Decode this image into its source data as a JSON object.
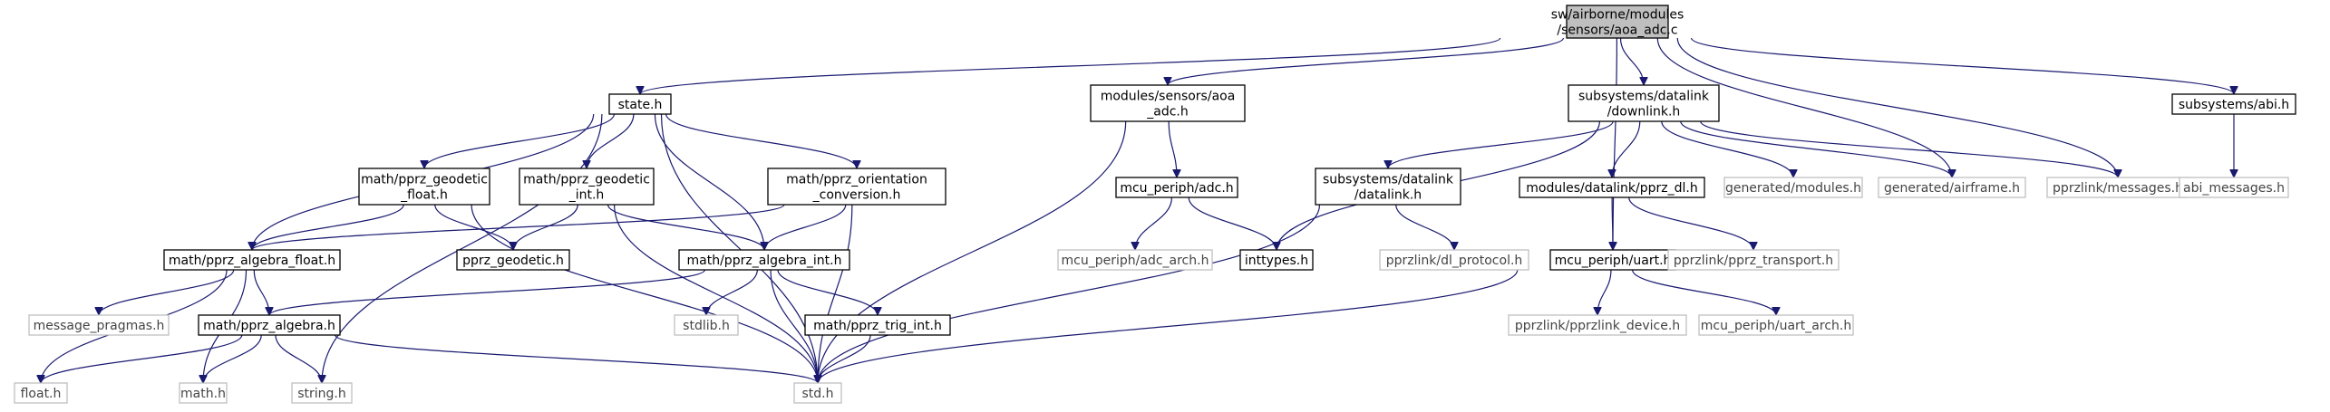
{
  "colors": {
    "edge": "#191970",
    "root_fill": "#bfbfbf",
    "leaf_border": "#bfbfbf",
    "node_border": "#000000"
  },
  "nodes": [
    {
      "id": "aoa_adc_c",
      "lines": [
        "sw/airborne/modules",
        "/sensors/aoa_adc.c"
      ],
      "kind": "root"
    },
    {
      "id": "state_h",
      "lines": [
        "state.h"
      ],
      "kind": "normal"
    },
    {
      "id": "mod_aoa_adc_h",
      "lines": [
        "modules/sensors/aoa",
        "_adc.h"
      ],
      "kind": "normal"
    },
    {
      "id": "downlink_h",
      "lines": [
        "subsystems/datalink",
        "/downlink.h"
      ],
      "kind": "normal"
    },
    {
      "id": "abi_h",
      "lines": [
        "subsystems/abi.h"
      ],
      "kind": "normal"
    },
    {
      "id": "geodetic_float_h",
      "lines": [
        "math/pprz_geodetic",
        "_float.h"
      ],
      "kind": "normal"
    },
    {
      "id": "geodetic_int_h",
      "lines": [
        "math/pprz_geodetic",
        "_int.h"
      ],
      "kind": "normal"
    },
    {
      "id": "orientation_h",
      "lines": [
        "math/pprz_orientation",
        "_conversion.h"
      ],
      "kind": "normal"
    },
    {
      "id": "mcu_adc_h",
      "lines": [
        "mcu_periph/adc.h"
      ],
      "kind": "normal"
    },
    {
      "id": "datalink_h",
      "lines": [
        "subsystems/datalink",
        "/datalink.h"
      ],
      "kind": "normal"
    },
    {
      "id": "pprz_dl_h",
      "lines": [
        "modules/datalink/pprz_dl.h"
      ],
      "kind": "normal"
    },
    {
      "id": "gen_modules_h",
      "lines": [
        "generated/modules.h"
      ],
      "kind": "leaf"
    },
    {
      "id": "gen_airframe_h",
      "lines": [
        "generated/airframe.h"
      ],
      "kind": "leaf"
    },
    {
      "id": "messages_h",
      "lines": [
        "pprzlink/messages.h"
      ],
      "kind": "leaf"
    },
    {
      "id": "abi_messages_h",
      "lines": [
        "abi_messages.h"
      ],
      "kind": "leaf"
    },
    {
      "id": "algebra_float_h",
      "lines": [
        "math/pprz_algebra_float.h"
      ],
      "kind": "normal"
    },
    {
      "id": "pprz_geodetic_h",
      "lines": [
        "pprz_geodetic.h"
      ],
      "kind": "normal"
    },
    {
      "id": "algebra_int_h",
      "lines": [
        "math/pprz_algebra_int.h"
      ],
      "kind": "normal"
    },
    {
      "id": "adc_arch_h",
      "lines": [
        "mcu_periph/adc_arch.h"
      ],
      "kind": "leaf"
    },
    {
      "id": "inttypes_h",
      "lines": [
        "inttypes.h"
      ],
      "kind": "normal"
    },
    {
      "id": "dl_protocol_h",
      "lines": [
        "pprzlink/dl_protocol.h"
      ],
      "kind": "leaf"
    },
    {
      "id": "uart_h",
      "lines": [
        "mcu_periph/uart.h"
      ],
      "kind": "normal"
    },
    {
      "id": "pprz_transport_h",
      "lines": [
        "pprzlink/pprz_transport.h"
      ],
      "kind": "leaf"
    },
    {
      "id": "message_pragmas_h",
      "lines": [
        "message_pragmas.h"
      ],
      "kind": "leaf"
    },
    {
      "id": "algebra_h",
      "lines": [
        "math/pprz_algebra.h"
      ],
      "kind": "normal"
    },
    {
      "id": "stdlib_h",
      "lines": [
        "stdlib.h"
      ],
      "kind": "leaf"
    },
    {
      "id": "trig_int_h",
      "lines": [
        "math/pprz_trig_int.h"
      ],
      "kind": "normal"
    },
    {
      "id": "pprzlink_device_h",
      "lines": [
        "pprzlink/pprzlink_device.h"
      ],
      "kind": "leaf"
    },
    {
      "id": "uart_arch_h",
      "lines": [
        "mcu_periph/uart_arch.h"
      ],
      "kind": "leaf"
    },
    {
      "id": "float_h",
      "lines": [
        "float.h"
      ],
      "kind": "leaf"
    },
    {
      "id": "math_h",
      "lines": [
        "math.h"
      ],
      "kind": "leaf"
    },
    {
      "id": "string_h",
      "lines": [
        "string.h"
      ],
      "kind": "leaf"
    },
    {
      "id": "std_h",
      "lines": [
        "std.h"
      ],
      "kind": "leaf"
    }
  ],
  "edges": [
    [
      "aoa_adc_c",
      "state_h"
    ],
    [
      "aoa_adc_c",
      "mod_aoa_adc_h"
    ],
    [
      "aoa_adc_c",
      "downlink_h"
    ],
    [
      "aoa_adc_c",
      "abi_h"
    ],
    [
      "aoa_adc_c",
      "uart_h"
    ],
    [
      "aoa_adc_c",
      "gen_airframe_h"
    ],
    [
      "aoa_adc_c",
      "messages_h"
    ],
    [
      "state_h",
      "geodetic_float_h"
    ],
    [
      "state_h",
      "geodetic_int_h"
    ],
    [
      "state_h",
      "orientation_h"
    ],
    [
      "state_h",
      "algebra_float_h"
    ],
    [
      "state_h",
      "algebra_int_h"
    ],
    [
      "state_h",
      "std_h"
    ],
    [
      "state_h",
      "string_h"
    ],
    [
      "geodetic_float_h",
      "algebra_float_h"
    ],
    [
      "geodetic_float_h",
      "pprz_geodetic_h"
    ],
    [
      "geodetic_float_h",
      "std_h"
    ],
    [
      "geodetic_int_h",
      "pprz_geodetic_h"
    ],
    [
      "geodetic_int_h",
      "algebra_int_h"
    ],
    [
      "geodetic_int_h",
      "std_h"
    ],
    [
      "orientation_h",
      "algebra_float_h"
    ],
    [
      "orientation_h",
      "algebra_int_h"
    ],
    [
      "orientation_h",
      "std_h"
    ],
    [
      "algebra_float_h",
      "message_pragmas_h"
    ],
    [
      "algebra_float_h",
      "algebra_h"
    ],
    [
      "algebra_float_h",
      "float_h"
    ],
    [
      "algebra_float_h",
      "math_h"
    ],
    [
      "algebra_int_h",
      "algebra_h"
    ],
    [
      "algebra_int_h",
      "stdlib_h"
    ],
    [
      "algebra_int_h",
      "trig_int_h"
    ],
    [
      "algebra_int_h",
      "std_h"
    ],
    [
      "algebra_h",
      "float_h"
    ],
    [
      "algebra_h",
      "math_h"
    ],
    [
      "algebra_h",
      "string_h"
    ],
    [
      "algebra_h",
      "std_h"
    ],
    [
      "trig_int_h",
      "std_h"
    ],
    [
      "mod_aoa_adc_h",
      "mcu_adc_h"
    ],
    [
      "mod_aoa_adc_h",
      "std_h"
    ],
    [
      "mcu_adc_h",
      "adc_arch_h"
    ],
    [
      "mcu_adc_h",
      "inttypes_h"
    ],
    [
      "downlink_h",
      "datalink_h"
    ],
    [
      "downlink_h",
      "pprz_dl_h"
    ],
    [
      "downlink_h",
      "gen_modules_h"
    ],
    [
      "downlink_h",
      "gen_airframe_h"
    ],
    [
      "downlink_h",
      "messages_h"
    ],
    [
      "downlink_h",
      "inttypes_h"
    ],
    [
      "datalink_h",
      "dl_protocol_h"
    ],
    [
      "datalink_h",
      "std_h"
    ],
    [
      "pprz_dl_h",
      "uart_h"
    ],
    [
      "pprz_dl_h",
      "pprz_transport_h"
    ],
    [
      "uart_h",
      "pprzlink_device_h"
    ],
    [
      "uart_h",
      "uart_arch_h"
    ],
    [
      "uart_h",
      "std_h"
    ],
    [
      "abi_h",
      "abi_messages_h"
    ]
  ]
}
